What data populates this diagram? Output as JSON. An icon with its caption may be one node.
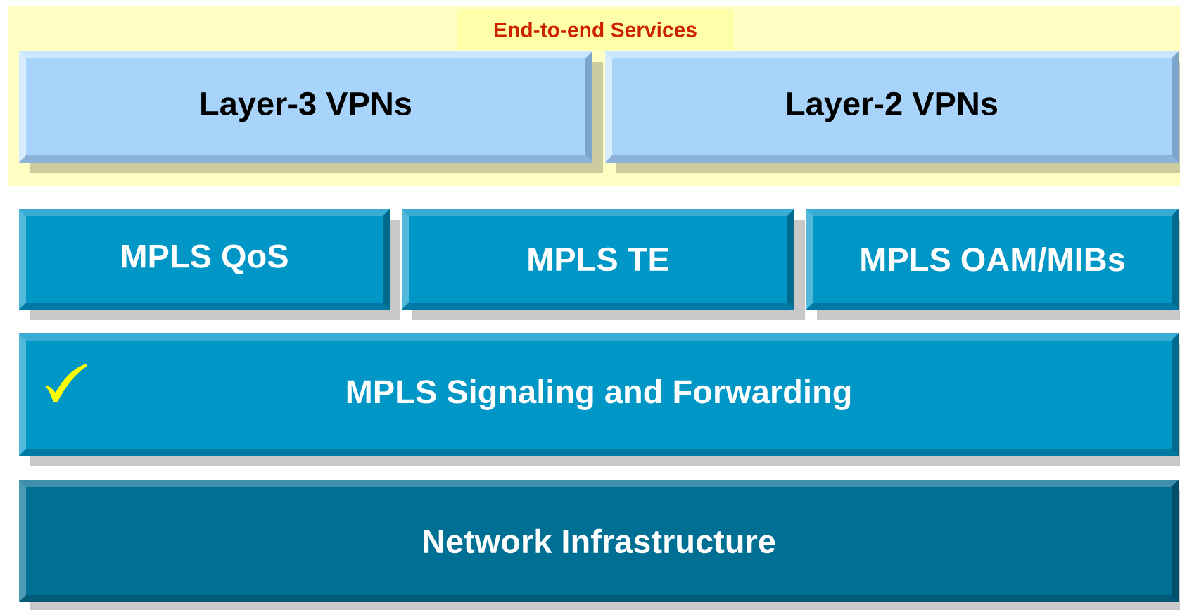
{
  "diagram": {
    "nodes": [
      {
        "text": [
          "End-to-end Services"
        ]
      },
      {
        "text": [
          "Layer-3 VPNs"
        ],
        "in": 0
      },
      {
        "text": [
          "Layer-2 VPNs"
        ],
        "in": 0
      },
      {
        "text": [
          "MPLS QoS"
        ]
      },
      {
        "text": [
          "MPLS TE"
        ]
      },
      {
        "text": [
          "MPLS OAM/MIBs"
        ]
      },
      {
        "text": [
          "MPLS Signaling and Forwarding"
        ]
      },
      {
        "text": [
          "Network Infrastructure"
        ]
      }
    ]
  }
}
